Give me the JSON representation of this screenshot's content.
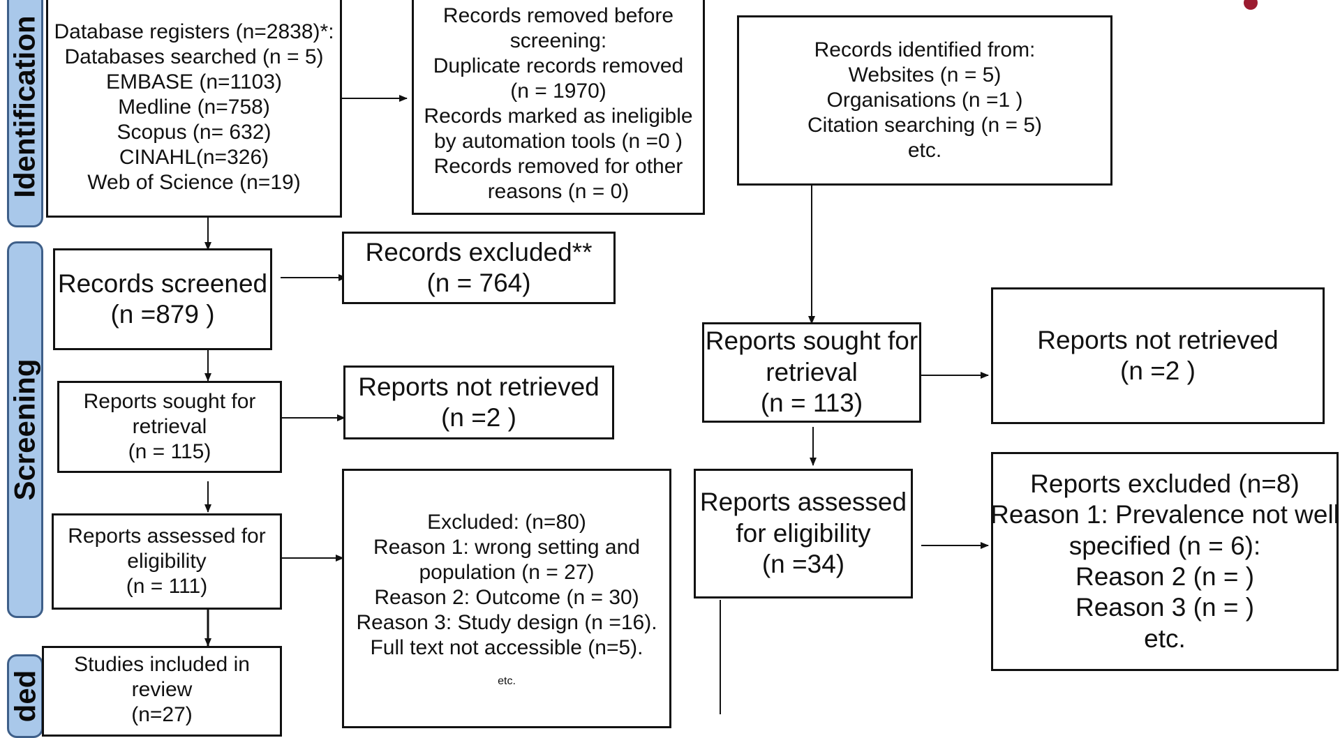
{
  "phases": {
    "identification": "Identification",
    "screening": "Screening",
    "included": "ded"
  },
  "identification": {
    "databases": [
      "Database registers (n=2838)*:",
      "Databases searched (n = 5)",
      "EMBASE (n=1103)",
      "Medline (n=758)",
      "Scopus (n= 632)",
      "CINAHL(n=326)",
      "Web of Science (n=19)"
    ],
    "removed": [
      "Records removed before",
      "screening:",
      "Duplicate records removed",
      "(n = 1970)",
      "Records marked as ineligible",
      "by automation tools (n =0 )",
      "Records removed for other",
      "reasons (n = 0)"
    ],
    "other_sources": [
      "Records identified from:",
      "Websites (n = 5)",
      "Organisations (n =1 )",
      "Citation searching (n = 5)",
      "etc."
    ]
  },
  "screening": {
    "records_screened": [
      "Records screened",
      "(n =879 )"
    ],
    "records_excluded": [
      "Records excluded**",
      "(n = 764)"
    ],
    "reports_sought": [
      "Reports sought for",
      "retrieval",
      "(n = 115)"
    ],
    "not_retrieved": [
      "Reports not retrieved",
      "(n =2 )"
    ],
    "assessed": [
      "Reports assessed for",
      "eligibility",
      "(n = 111)"
    ],
    "excluded": [
      "Excluded: (n=80)",
      "Reason 1: wrong setting and",
      "population (n =  27)",
      "Reason 2: Outcome (n = 30)",
      "Reason 3: Study design (n =16).",
      "Full text not accessible (n=5)."
    ],
    "excluded_etc": "etc."
  },
  "other_screening": {
    "reports_sought": [
      "Reports sought for",
      "retrieval",
      "(n = 113)"
    ],
    "not_retrieved": [
      "Reports not retrieved",
      "(n =2 )"
    ],
    "assessed": [
      "Reports assessed",
      "for eligibility",
      "(n =34)"
    ],
    "excluded": [
      "Reports excluded (n=8)",
      "Reason 1: Prevalence not well",
      "specified (n = 6):",
      "Reason 2 (n = )",
      "Reason 3 (n = )",
      "etc."
    ]
  },
  "included": {
    "studies": [
      "Studies included in",
      "review",
      "(n=27)"
    ]
  }
}
